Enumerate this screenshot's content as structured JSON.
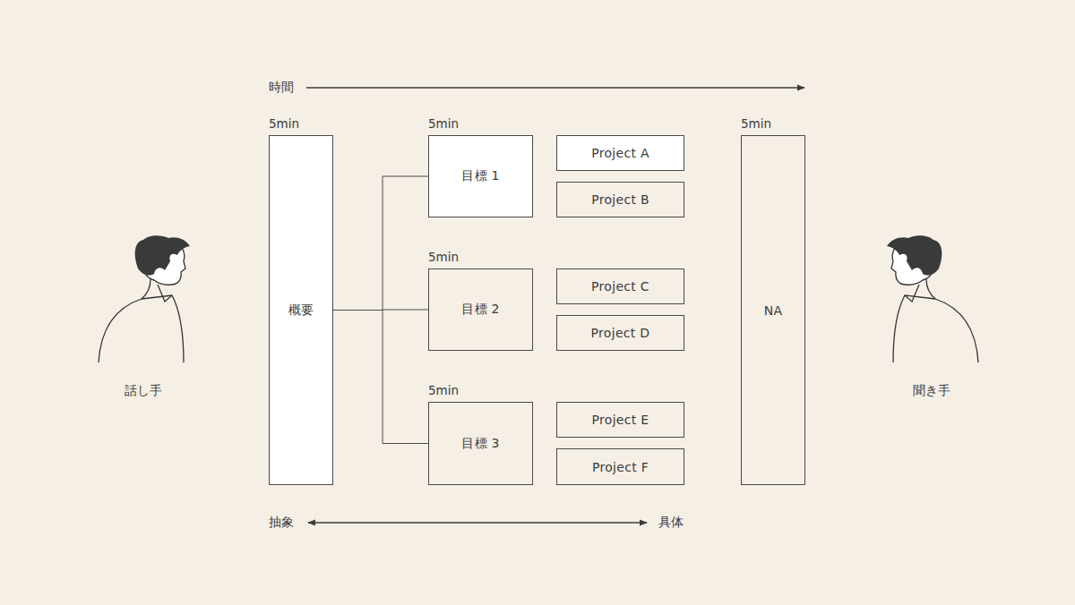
{
  "diagram": {
    "nodes": [
      {
        "text": [
          "概要"
        ]
      },
      {
        "text": [
          "目標 1"
        ]
      },
      {
        "text": [
          "Project A"
        ]
      },
      {
        "text": [
          "Project B"
        ]
      },
      {
        "text": [
          "目標 2"
        ]
      },
      {
        "text": [
          "Project C"
        ]
      },
      {
        "text": [
          "Project D"
        ]
      },
      {
        "text": [
          "目標 3"
        ]
      },
      {
        "text": [
          "Project E"
        ]
      },
      {
        "text": [
          "Project F"
        ]
      },
      {
        "text": [
          "NA"
        ]
      }
    ],
    "edges": [
      {
        "from": 0,
        "to": 1,
        "arrow": "none"
      },
      {
        "from": 0,
        "to": 4,
        "arrow": "none"
      },
      {
        "from": 0,
        "to": 7,
        "arrow": "none"
      }
    ],
    "labels": [
      "時間",
      "5min",
      "5min",
      "5min",
      "5min",
      "5min",
      "話し手",
      "聞き手",
      "抽象",
      "具体"
    ]
  }
}
